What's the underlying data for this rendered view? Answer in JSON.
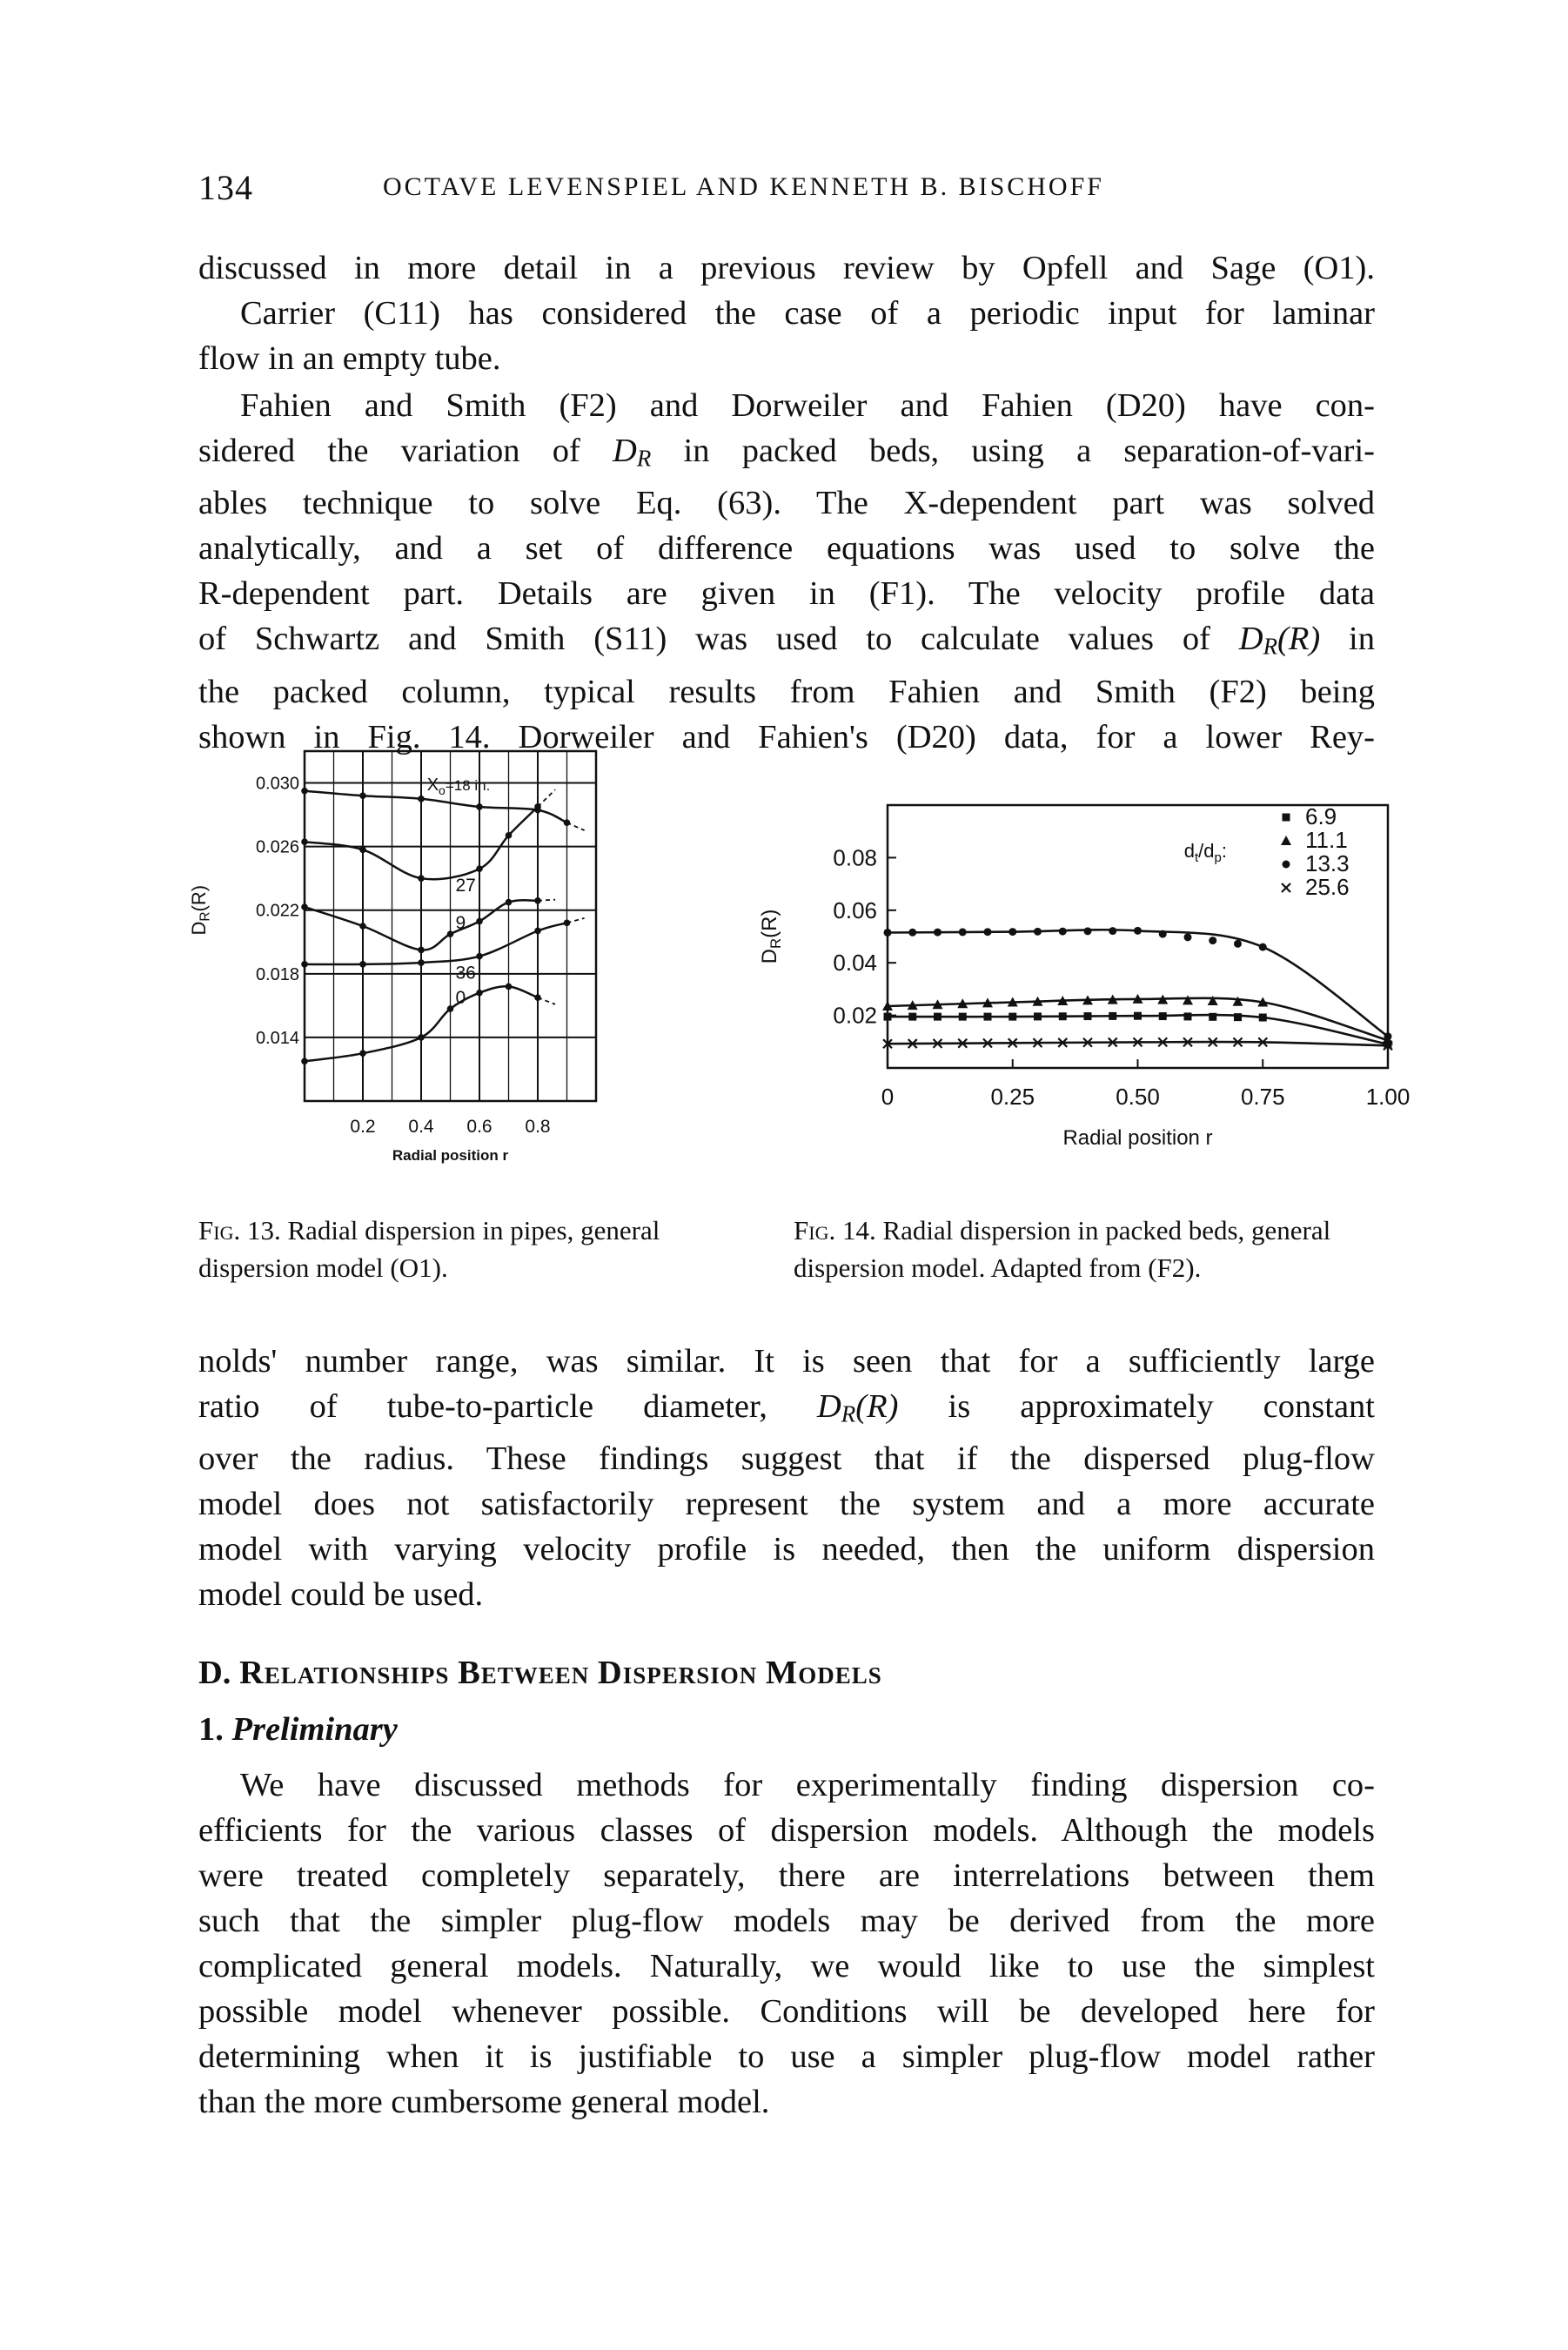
{
  "header": {
    "page_number": "134",
    "running_head": "OCTAVE LEVENSPIEL AND KENNETH B. BISCHOFF"
  },
  "body": {
    "para_opfell": [
      "discussed in more detail in a previous review by Opfell and Sage (O1).",
      "Carrier (C11) has considered the case of a periodic input for laminar",
      "flow in an empty tube."
    ],
    "para_fahien": {
      "l1": "Fahien and Smith (F2) and Dorweiler and Fahien (D20) have con-",
      "l2_a": "sidered the variation of ",
      "l2_b": " in packed beds, using a separation-of-vari-",
      "l3": "ables technique to solve Eq. (63). The X-dependent part was solved",
      "l4": "analytically, and a set of difference equations was used to solve the",
      "l5": "R-dependent part. Details are given in (F1). The velocity profile data",
      "l6_a": "of Schwartz and Smith (S11) was used to calculate values of ",
      "l6_b": " in",
      "l7": "the packed column, typical results from Fahien and Smith (F2) being",
      "l8": "shown in Fig. 14. Dorweiler and Fahien's (D20) data, for a lower Rey-"
    },
    "para_nolds": {
      "l1": "nolds' number range, was similar. It is seen that for a sufficiently large",
      "l2_a": "ratio of tube-to-particle diameter, ",
      "l2_b": " is approximately constant",
      "l3": "over the radius. These findings suggest that if the dispersed plug-flow",
      "l4": "model does not satisfactorily represent the system and a more accurate",
      "l5": "model with varying velocity profile is needed, then the uniform dispersion",
      "l6": "model could be used."
    },
    "section_heading": {
      "letter": "D.",
      "w1": "Relationships",
      "w2": "Between",
      "w3": "Dispersion",
      "w4": "Models"
    },
    "subsection_heading": {
      "number": "1.",
      "title": "Preliminary"
    },
    "para_prelim": [
      "We have discussed methods for experimentally finding dispersion co-",
      "efficients for the various classes of dispersion models. Although the models",
      "were treated completely separately, there are interrelations between them",
      "such that the simpler plug-flow models may be derived from the more",
      "complicated general models. Naturally, we would like to use the simplest",
      "possible model whenever possible. Conditions will be developed here for",
      "determining when it is justifiable to use a simpler plug-flow model rather",
      "than the more cumbersome general model."
    ],
    "math": {
      "dr": "D",
      "dr_sub": "R",
      "dr_r": "(R)"
    }
  },
  "figures": {
    "fig13_caption": {
      "label": "Fig. 13.",
      "text": " Radial dispersion in pipes, general dispersion model (O1)."
    },
    "fig14_caption": {
      "label": "Fig. 14.",
      "text": " Radial dispersion in packed beds, general dispersion model. Adapted from (F2)."
    }
  },
  "chart_data": [
    {
      "type": "line",
      "ylabel": "D_R(R)",
      "xlabel": "Radial position r",
      "x_ticks": [
        "0.2",
        "0.4",
        "0.6",
        "0.8"
      ],
      "y_ticks": [
        "0.030",
        "0.026",
        "0.022",
        "0.018",
        "0.014"
      ],
      "xlim": [
        0,
        1.0
      ],
      "ylim": [
        0.01,
        0.032
      ],
      "grid": true,
      "curve_label_prefix": "X",
      "curve_label_sub": "o",
      "curve_label_eq": "=18 in.",
      "series": [
        {
          "name": "18",
          "x": [
            0.0,
            0.2,
            0.4,
            0.6,
            0.8,
            0.9
          ],
          "y": [
            0.0295,
            0.0292,
            0.029,
            0.0285,
            0.0283,
            0.0275
          ]
        },
        {
          "name": "27",
          "x": [
            0.0,
            0.2,
            0.4,
            0.6,
            0.7,
            0.8
          ],
          "y": [
            0.0263,
            0.0258,
            0.024,
            0.0246,
            0.0267,
            0.0285
          ]
        },
        {
          "name": "9",
          "x": [
            0.0,
            0.2,
            0.4,
            0.5,
            0.6,
            0.7,
            0.8
          ],
          "y": [
            0.0222,
            0.021,
            0.0195,
            0.0205,
            0.0213,
            0.0225,
            0.0226
          ]
        },
        {
          "name": "36",
          "x": [
            0.0,
            0.2,
            0.4,
            0.6,
            0.8,
            0.9
          ],
          "y": [
            0.0186,
            0.0186,
            0.0187,
            0.0191,
            0.0207,
            0.0212
          ]
        },
        {
          "name": "0",
          "x": [
            0.0,
            0.2,
            0.4,
            0.5,
            0.6,
            0.7,
            0.8
          ],
          "y": [
            0.0125,
            0.013,
            0.014,
            0.0158,
            0.0168,
            0.0172,
            0.0165
          ]
        }
      ]
    },
    {
      "type": "line",
      "ylabel": "D_R(R)",
      "xlabel": "Radial position r",
      "x_ticks": [
        "0",
        "0.25",
        "0.50",
        "0.75",
        "1.00"
      ],
      "y_ticks": [
        "0.08",
        "0.06",
        "0.04",
        "0.02"
      ],
      "xlim": [
        0,
        1.0
      ],
      "ylim": [
        0.0,
        0.1
      ],
      "legend_title": "d_t/d_p:",
      "legend_position": "top-right",
      "series": [
        {
          "name": "6.9",
          "marker": "square",
          "x": [
            0.0,
            0.25,
            0.5,
            0.75,
            1.0
          ],
          "y": [
            0.0195,
            0.0195,
            0.0198,
            0.0192,
            0.009
          ]
        },
        {
          "name": "11.1",
          "marker": "triangle",
          "x": [
            0.0,
            0.25,
            0.5,
            0.75,
            1.0
          ],
          "y": [
            0.0235,
            0.025,
            0.0262,
            0.025,
            0.0105
          ]
        },
        {
          "name": "13.3",
          "marker": "dot",
          "x": [
            0.0,
            0.25,
            0.5,
            0.75,
            1.0
          ],
          "y": [
            0.0515,
            0.0518,
            0.0522,
            0.046,
            0.012
          ]
        },
        {
          "name": "25.6",
          "marker": "x",
          "x": [
            0.0,
            0.25,
            0.5,
            0.75,
            1.0
          ],
          "y": [
            0.0092,
            0.0095,
            0.0098,
            0.0098,
            0.0085
          ]
        }
      ]
    }
  ]
}
